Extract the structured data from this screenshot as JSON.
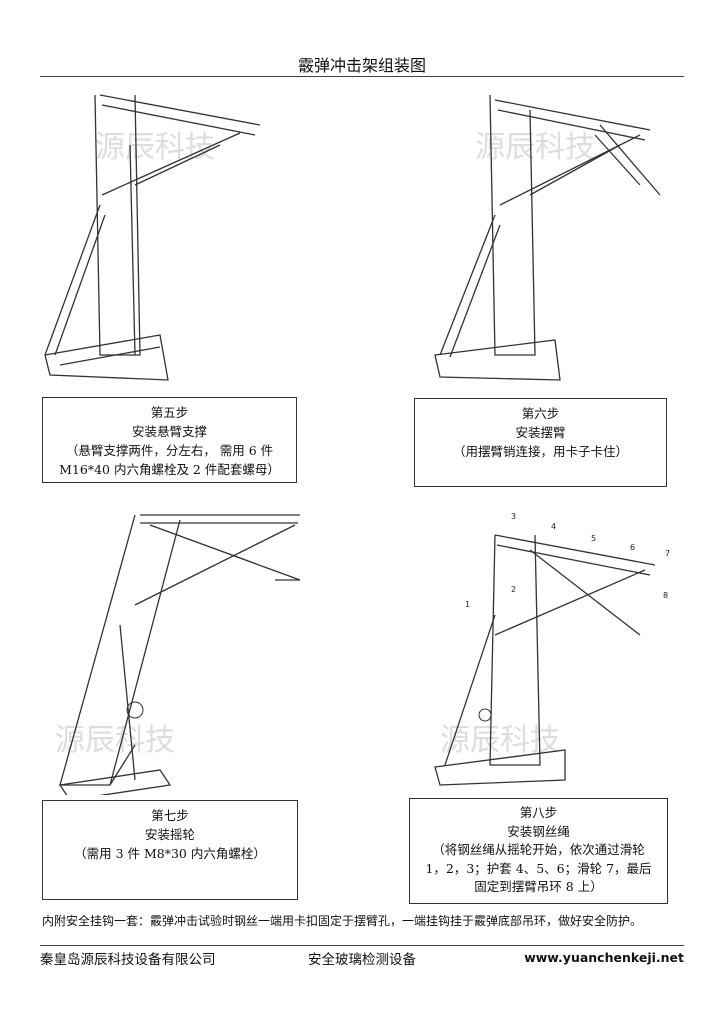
{
  "title": "霰弹冲击架组装图",
  "watermark": "源辰科技",
  "steps": [
    {
      "step": "第五步",
      "name": "安装悬臂支撑",
      "lines": [
        "（悬臂支撑两件，分左右，  需用 6 件",
        "M16*40 内六角螺栓及 2 件配套螺母）"
      ]
    },
    {
      "step": "第六步",
      "name": "安装摆臂",
      "lines": [
        "（用摆臂销连接，用卡子卡住）"
      ]
    },
    {
      "step": "第七步",
      "name": "安装摇轮",
      "lines": [
        "（需用 3 件 M8*30 内六角螺栓）"
      ]
    },
    {
      "step": "第八步",
      "name": "安装钢丝绳",
      "lines": [
        "（将钢丝绳从摇轮开始，依次通过滑轮",
        "1，2，3；护套 4、5、6；滑轮 7，最后",
        "固定到摆臂吊环 8 上）"
      ]
    }
  ],
  "part_numbers": [
    "1",
    "2",
    "3",
    "4",
    "5",
    "6",
    "7",
    "8"
  ],
  "note": "内附安全挂钩一套：霰弹冲击试验时钢丝一端用卡扣固定于摆臂孔，一端挂钩挂于霰弹底部吊环，做好安全防护。",
  "footer": {
    "company": "秦皇岛源辰科技设备有限公司",
    "product": "安全玻璃检测设备",
    "website": "www.yuanchenkeji.net"
  }
}
